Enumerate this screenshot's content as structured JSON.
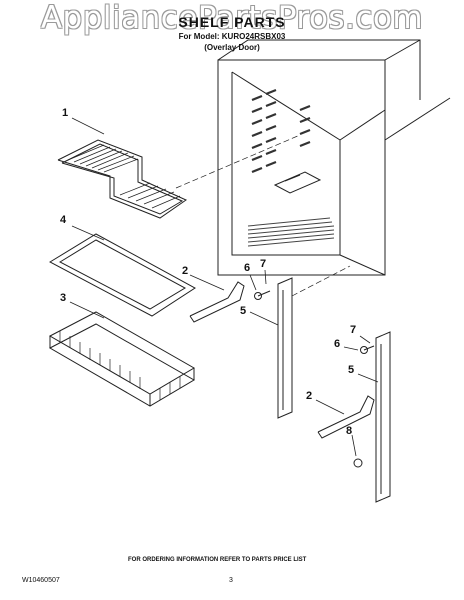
{
  "watermark": "AppliancePartsPros.com",
  "header": {
    "title": "SHELF PARTS",
    "model_line": "For Model: KURO24RSBX03",
    "variant_line": "(Overlay Door)"
  },
  "callouts": [
    {
      "id": "c1a",
      "label": "1"
    },
    {
      "id": "c4",
      "label": "4"
    },
    {
      "id": "c3",
      "label": "3"
    },
    {
      "id": "c2a",
      "label": "2"
    },
    {
      "id": "c6a",
      "label": "6"
    },
    {
      "id": "c7a",
      "label": "7"
    },
    {
      "id": "c5a",
      "label": "5"
    },
    {
      "id": "c7b",
      "label": "7"
    },
    {
      "id": "c6b",
      "label": "6"
    },
    {
      "id": "c5b",
      "label": "5"
    },
    {
      "id": "c2b",
      "label": "2"
    },
    {
      "id": "c8",
      "label": "8"
    }
  ],
  "footer": {
    "ordering_note": "FOR ORDERING INFORMATION REFER TO PARTS PRICE LIST",
    "document_number": "W10460507",
    "page_number": "3"
  }
}
